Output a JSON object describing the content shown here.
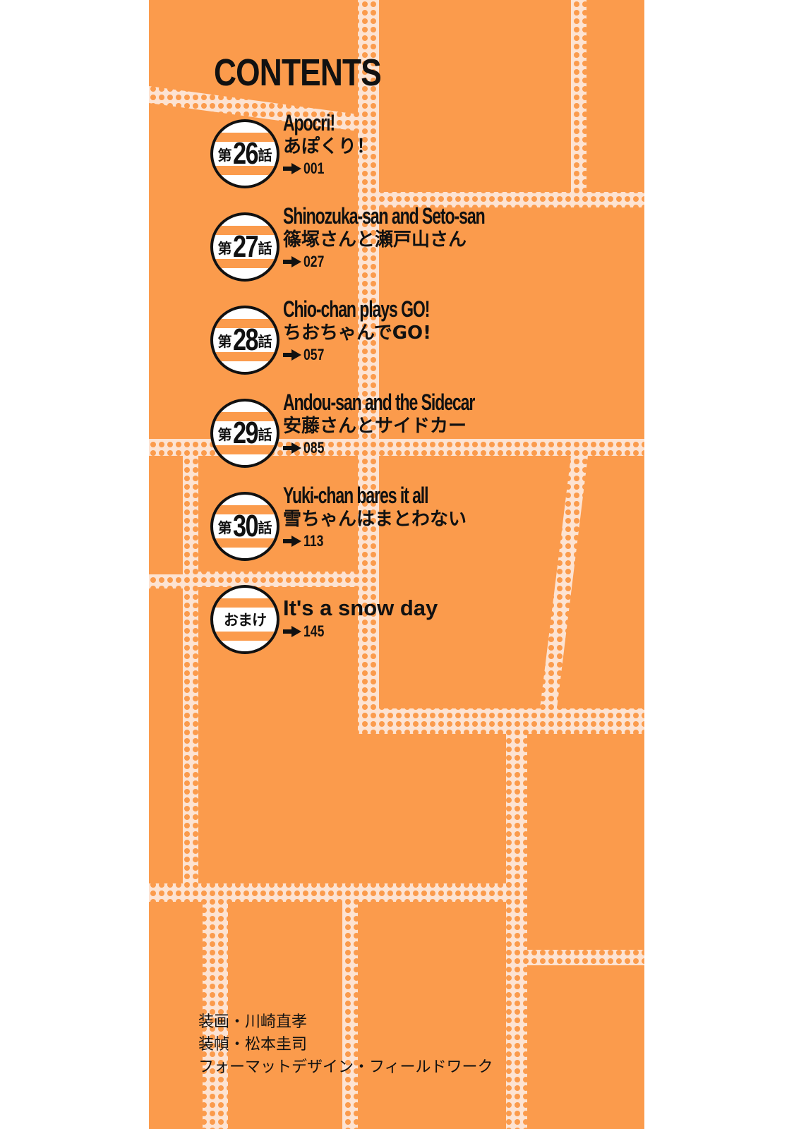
{
  "heading": "CONTENTS",
  "colors": {
    "background": "#fb9b4c",
    "dot_band": "#fde3d2",
    "badge_stripe": "#fb9b4c",
    "text": "#111111"
  },
  "entries": [
    {
      "prefix": "第",
      "number": "26",
      "suffix": "話",
      "title_en": "Apocri!",
      "title_jp": "あぽくり！",
      "page": "001"
    },
    {
      "prefix": "第",
      "number": "27",
      "suffix": "話",
      "title_en": "Shinozuka-san and Seto-san",
      "title_jp": "篠塚さんと瀬戸山さん",
      "page": "027"
    },
    {
      "prefix": "第",
      "number": "28",
      "suffix": "話",
      "title_en": "Chio-chan plays GO!",
      "title_jp": "ちおちゃんでGO!",
      "page": "057"
    },
    {
      "prefix": "第",
      "number": "29",
      "suffix": "話",
      "title_en": "Andou-san and the Sidecar",
      "title_jp": "安藤さんとサイドカー",
      "page": "085"
    },
    {
      "prefix": "第",
      "number": "30",
      "suffix": "話",
      "title_en": "Yuki-chan bares it all",
      "title_jp": "雪ちゃんはまとわない",
      "page": "113"
    }
  ],
  "bonus": {
    "badge": "おまけ",
    "title": "It's a snow day",
    "page": "145"
  },
  "credits": [
    "装画・川崎直孝",
    "装幀・松本圭司",
    "フォーマットデザイン・フィールドワーク"
  ]
}
